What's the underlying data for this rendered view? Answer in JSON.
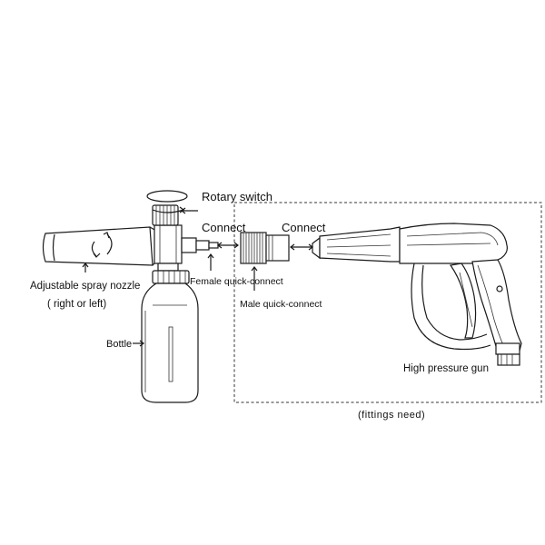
{
  "labels": {
    "rotary_switch": "Rotary switch",
    "connect_left": "Connect",
    "connect_right": "Connect",
    "female_quick_connect": "Female quick-connect",
    "male_quick_connect": "Male quick-connect",
    "adjustable_nozzle": "Adjustable spray nozzle",
    "nozzle_direction": "( right or left)",
    "bottle": "Bottle",
    "high_pressure_gun": "High pressure gun",
    "fittings_note": "(fittings need)"
  },
  "colors": {
    "line": "#1a1a1a",
    "fill": "#ffffff"
  }
}
